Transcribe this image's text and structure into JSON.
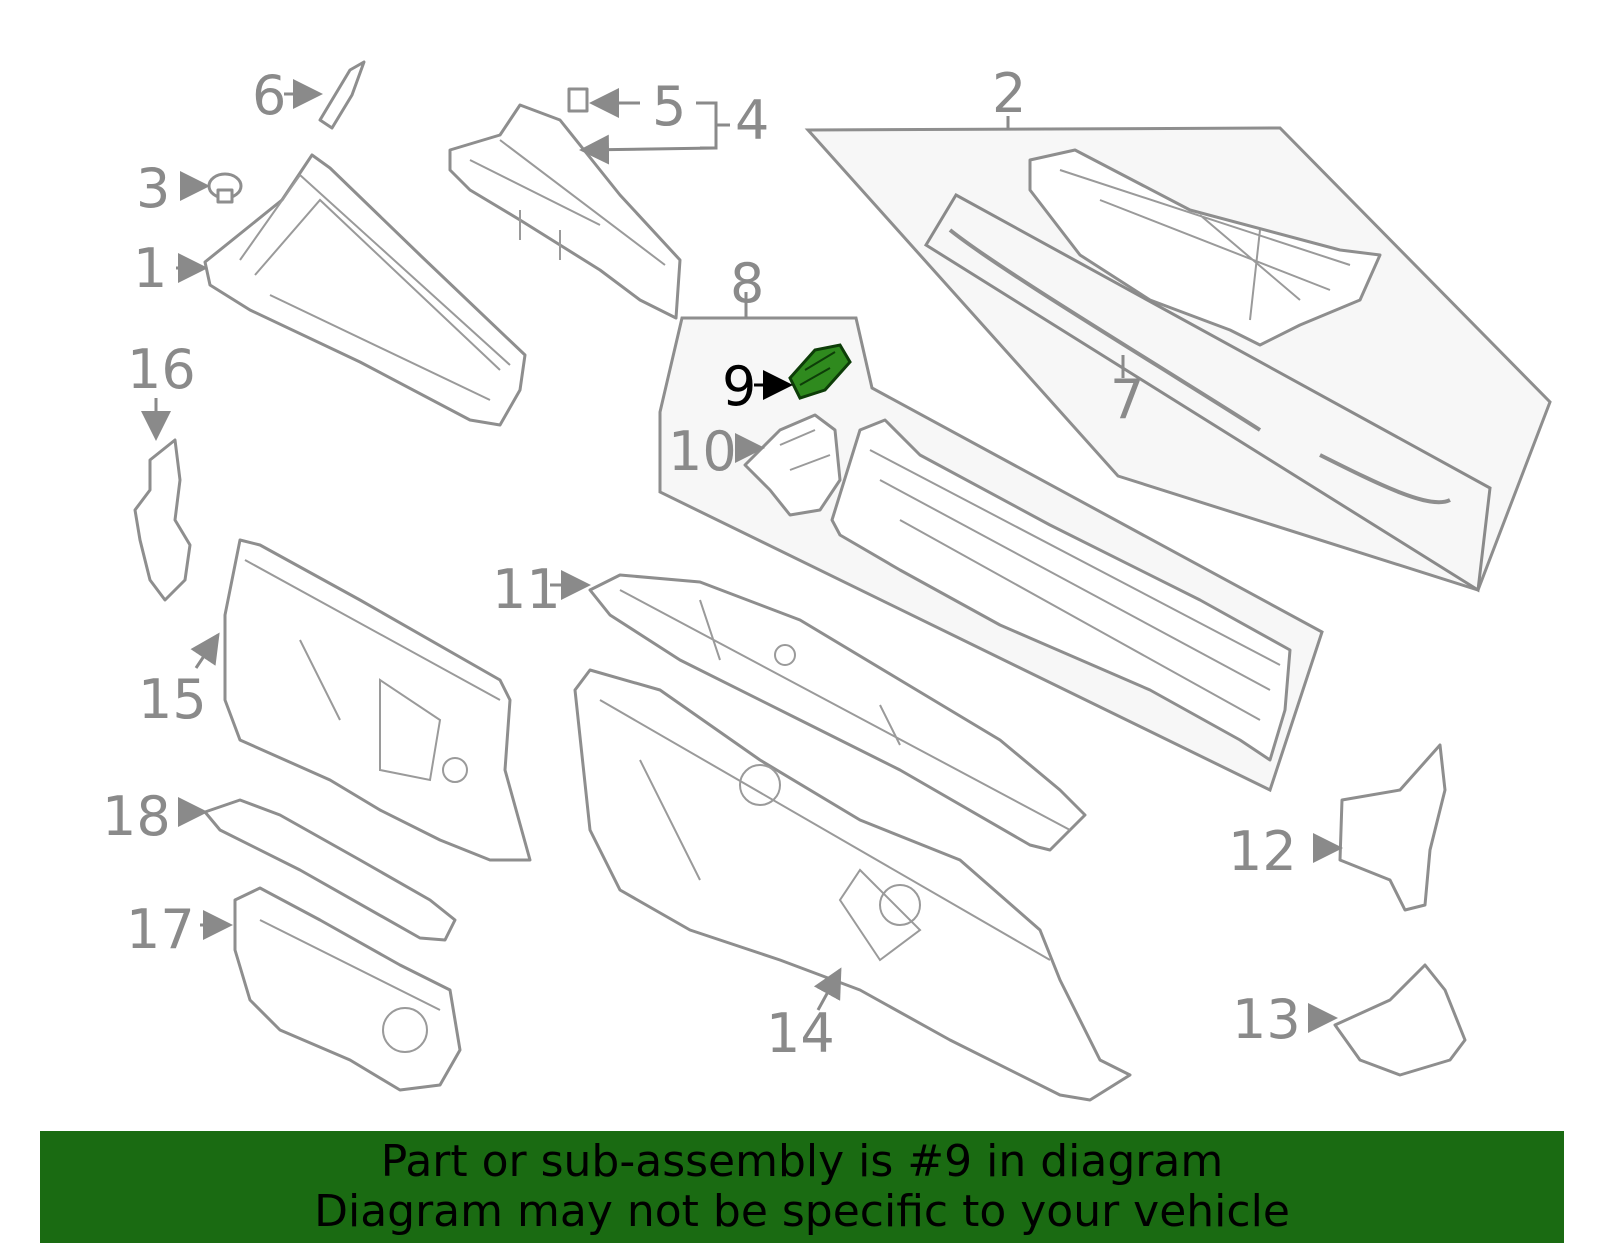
{
  "diagram": {
    "highlight_part": "9",
    "highlight_color": "#2f8a1e",
    "callouts": [
      "1",
      "2",
      "3",
      "4",
      "5",
      "6",
      "7",
      "8",
      "9",
      "10",
      "11",
      "12",
      "13",
      "14",
      "15",
      "16",
      "17",
      "18"
    ]
  },
  "banner": {
    "background": "#1a6b12",
    "line1": "Part or sub-assembly is #9 in diagram",
    "line2": "Diagram may not be specific to your vehicle"
  }
}
